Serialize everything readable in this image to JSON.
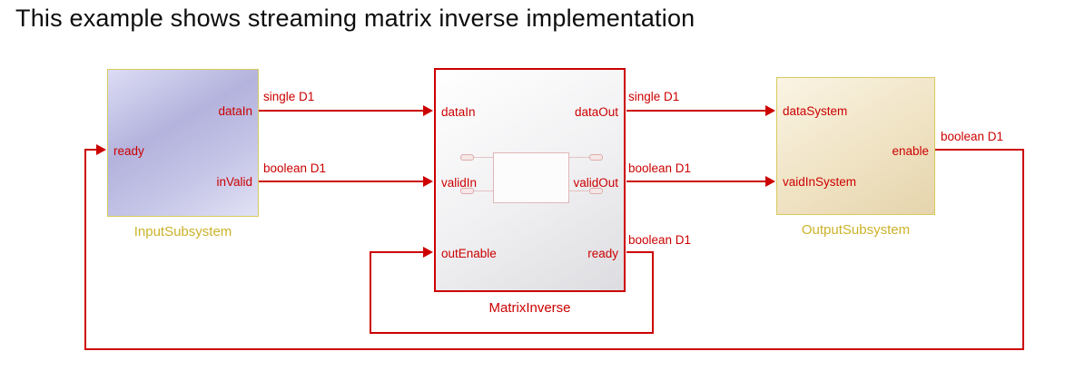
{
  "title": "This example shows streaming matrix inverse implementation",
  "diagram": {
    "input_subsystem": {
      "label": "InputSubsystem",
      "ports": {
        "ready": "ready",
        "data_in": "dataIn",
        "in_valid": "inValid"
      }
    },
    "matrix_inverse": {
      "label": "MatrixInverse",
      "ports": {
        "data_in": "dataIn",
        "valid_in": "validIn",
        "out_enable": "outEnable",
        "data_out": "dataOut",
        "valid_out": "validOut",
        "ready": "ready"
      }
    },
    "output_subsystem": {
      "label": "OutputSubsystem",
      "ports": {
        "data_system": "dataSystem",
        "vaid_in_system": "vaidInSystem",
        "enable": "enable"
      }
    },
    "signal_labels": {
      "input_data": "single D1",
      "input_valid": "boolean D1",
      "output_data": "single D1",
      "output_valid": "boolean D1",
      "ready_feedback": "boolean D1",
      "enable_feedback": "boolean D1"
    }
  },
  "colors": {
    "signal_red": "#cc0000",
    "subsystem_border_yellow": "#d8ca5c",
    "subsystem_label_yellow": "#ccb22a",
    "input_block_fill": "#b3b3dd",
    "output_block_fill": "#f0e3c4",
    "matrix_block_fill": "#f0f0f2"
  }
}
